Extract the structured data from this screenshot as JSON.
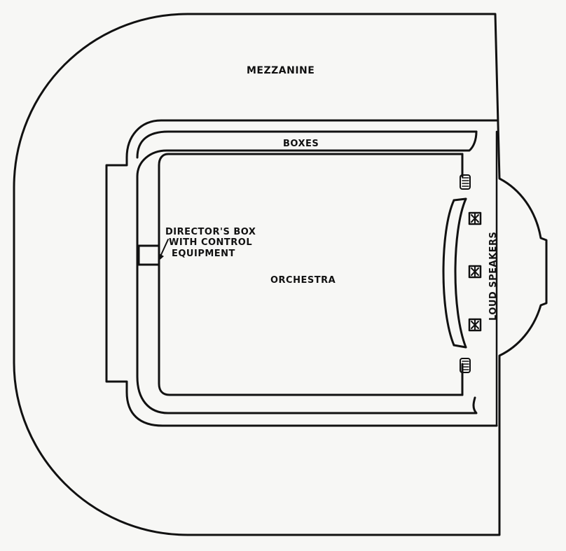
{
  "labels": {
    "mezzanine": "MEZZANINE",
    "boxes": "BOXES",
    "directors_box": [
      "DIRECTOR'S BOX",
      "WITH CONTROL",
      "EQUIPMENT"
    ],
    "orchestra": "ORCHESTRA",
    "loud_speakers": "LOUD SPEAKERS"
  },
  "colors": {
    "ink": "#111111",
    "paper": "#f7f7f5"
  },
  "icons": {
    "speaker": "speaker-icon",
    "stair": "stair-icon",
    "arrow": "arrow-icon"
  }
}
